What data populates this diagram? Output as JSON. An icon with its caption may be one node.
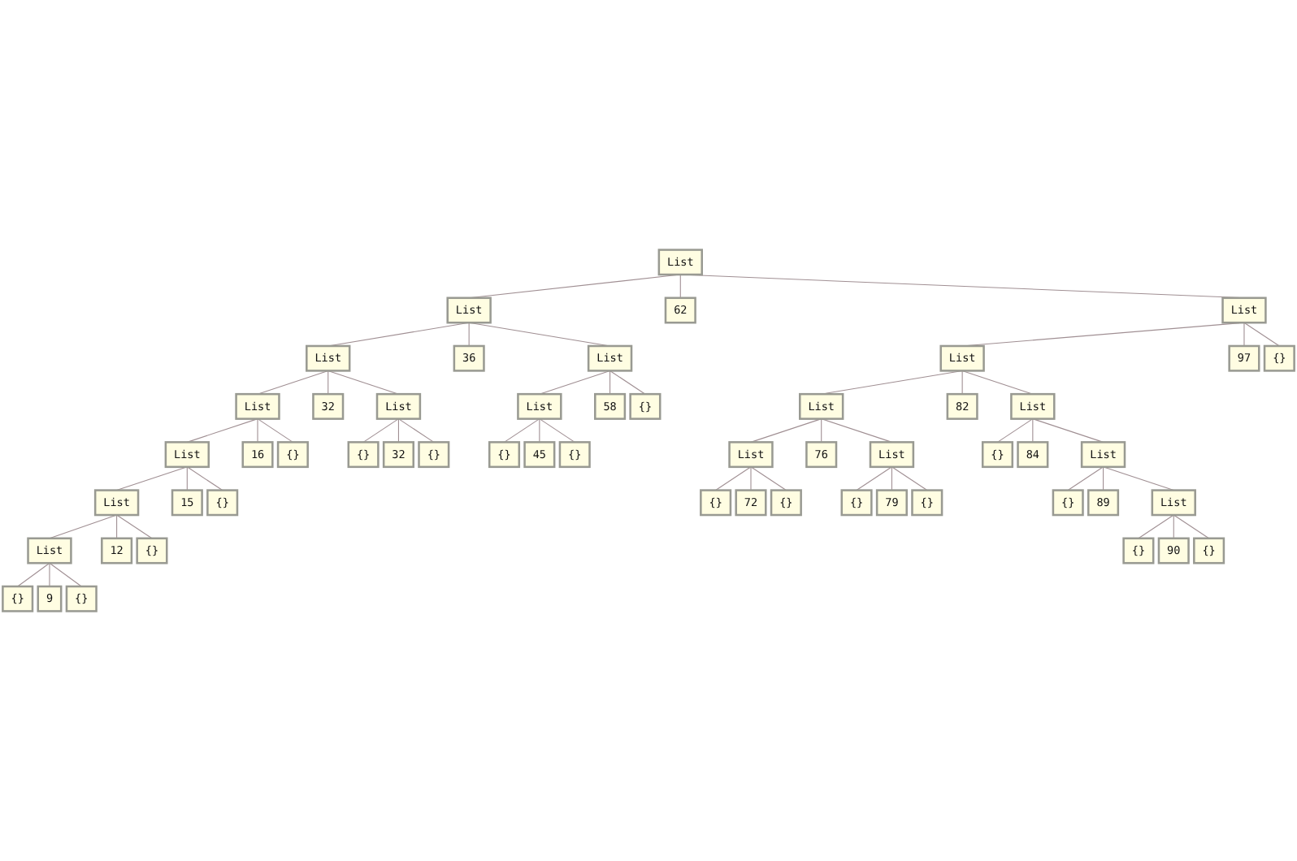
{
  "diagram": {
    "nodes": [
      {
        "text": [
          "List"
        ]
      },
      {
        "text": [
          "List"
        ]
      },
      {
        "text": [
          "62"
        ]
      },
      {
        "text": [
          "List"
        ]
      },
      {
        "text": [
          "List"
        ]
      },
      {
        "text": [
          "36"
        ]
      },
      {
        "text": [
          "List"
        ]
      },
      {
        "text": [
          "List"
        ]
      },
      {
        "text": [
          "97"
        ]
      },
      {
        "text": [
          "{}"
        ]
      },
      {
        "text": [
          "List"
        ]
      },
      {
        "text": [
          "32"
        ]
      },
      {
        "text": [
          "List"
        ]
      },
      {
        "text": [
          "List"
        ]
      },
      {
        "text": [
          "58"
        ]
      },
      {
        "text": [
          "{}"
        ]
      },
      {
        "text": [
          "List"
        ]
      },
      {
        "text": [
          "82"
        ]
      },
      {
        "text": [
          "List"
        ]
      },
      {
        "text": [
          "List"
        ]
      },
      {
        "text": [
          "16"
        ]
      },
      {
        "text": [
          "{}"
        ]
      },
      {
        "text": [
          "{}"
        ]
      },
      {
        "text": [
          "32"
        ]
      },
      {
        "text": [
          "{}"
        ]
      },
      {
        "text": [
          "{}"
        ]
      },
      {
        "text": [
          "45"
        ]
      },
      {
        "text": [
          "{}"
        ]
      },
      {
        "text": [
          "List"
        ]
      },
      {
        "text": [
          "76"
        ]
      },
      {
        "text": [
          "List"
        ]
      },
      {
        "text": [
          "{}"
        ]
      },
      {
        "text": [
          "84"
        ]
      },
      {
        "text": [
          "List"
        ]
      },
      {
        "text": [
          "List"
        ]
      },
      {
        "text": [
          "15"
        ]
      },
      {
        "text": [
          "{}"
        ]
      },
      {
        "text": [
          "{}"
        ]
      },
      {
        "text": [
          "72"
        ]
      },
      {
        "text": [
          "{}"
        ]
      },
      {
        "text": [
          "{}"
        ]
      },
      {
        "text": [
          "79"
        ]
      },
      {
        "text": [
          "{}"
        ]
      },
      {
        "text": [
          "{}"
        ]
      },
      {
        "text": [
          "89"
        ]
      },
      {
        "text": [
          "List"
        ]
      },
      {
        "text": [
          "List"
        ]
      },
      {
        "text": [
          "12"
        ]
      },
      {
        "text": [
          "{}"
        ]
      },
      {
        "text": [
          "{}"
        ]
      },
      {
        "text": [
          "90"
        ]
      },
      {
        "text": [
          "{}"
        ]
      },
      {
        "text": [
          "{}"
        ]
      },
      {
        "text": [
          "9"
        ]
      },
      {
        "text": [
          "{}"
        ]
      }
    ],
    "edges": [
      {
        "from": 0,
        "to": 1,
        "arrow": "none"
      },
      {
        "from": 0,
        "to": 2,
        "arrow": "none"
      },
      {
        "from": 0,
        "to": 3,
        "arrow": "none"
      },
      {
        "from": 1,
        "to": 4,
        "arrow": "none"
      },
      {
        "from": 1,
        "to": 5,
        "arrow": "none"
      },
      {
        "from": 1,
        "to": 6,
        "arrow": "none"
      },
      {
        "from": 3,
        "to": 7,
        "arrow": "none"
      },
      {
        "from": 3,
        "to": 8,
        "arrow": "none"
      },
      {
        "from": 3,
        "to": 9,
        "arrow": "none"
      },
      {
        "from": 4,
        "to": 10,
        "arrow": "none"
      },
      {
        "from": 4,
        "to": 11,
        "arrow": "none"
      },
      {
        "from": 4,
        "to": 12,
        "arrow": "none"
      },
      {
        "from": 6,
        "to": 13,
        "arrow": "none"
      },
      {
        "from": 6,
        "to": 14,
        "arrow": "none"
      },
      {
        "from": 6,
        "to": 15,
        "arrow": "none"
      },
      {
        "from": 7,
        "to": 16,
        "arrow": "none"
      },
      {
        "from": 7,
        "to": 17,
        "arrow": "none"
      },
      {
        "from": 7,
        "to": 18,
        "arrow": "none"
      },
      {
        "from": 10,
        "to": 19,
        "arrow": "none"
      },
      {
        "from": 10,
        "to": 20,
        "arrow": "none"
      },
      {
        "from": 10,
        "to": 21,
        "arrow": "none"
      },
      {
        "from": 12,
        "to": 22,
        "arrow": "none"
      },
      {
        "from": 12,
        "to": 23,
        "arrow": "none"
      },
      {
        "from": 12,
        "to": 24,
        "arrow": "none"
      },
      {
        "from": 13,
        "to": 25,
        "arrow": "none"
      },
      {
        "from": 13,
        "to": 26,
        "arrow": "none"
      },
      {
        "from": 13,
        "to": 27,
        "arrow": "none"
      },
      {
        "from": 16,
        "to": 28,
        "arrow": "none"
      },
      {
        "from": 16,
        "to": 29,
        "arrow": "none"
      },
      {
        "from": 16,
        "to": 30,
        "arrow": "none"
      },
      {
        "from": 18,
        "to": 31,
        "arrow": "none"
      },
      {
        "from": 18,
        "to": 32,
        "arrow": "none"
      },
      {
        "from": 18,
        "to": 33,
        "arrow": "none"
      },
      {
        "from": 19,
        "to": 34,
        "arrow": "none"
      },
      {
        "from": 19,
        "to": 35,
        "arrow": "none"
      },
      {
        "from": 19,
        "to": 36,
        "arrow": "none"
      },
      {
        "from": 28,
        "to": 37,
        "arrow": "none"
      },
      {
        "from": 28,
        "to": 38,
        "arrow": "none"
      },
      {
        "from": 28,
        "to": 39,
        "arrow": "none"
      },
      {
        "from": 30,
        "to": 40,
        "arrow": "none"
      },
      {
        "from": 30,
        "to": 41,
        "arrow": "none"
      },
      {
        "from": 30,
        "to": 42,
        "arrow": "none"
      },
      {
        "from": 33,
        "to": 43,
        "arrow": "none"
      },
      {
        "from": 33,
        "to": 44,
        "arrow": "none"
      },
      {
        "from": 33,
        "to": 45,
        "arrow": "none"
      },
      {
        "from": 34,
        "to": 46,
        "arrow": "none"
      },
      {
        "from": 34,
        "to": 47,
        "arrow": "none"
      },
      {
        "from": 34,
        "to": 48,
        "arrow": "none"
      },
      {
        "from": 45,
        "to": 49,
        "arrow": "none"
      },
      {
        "from": 45,
        "to": 50,
        "arrow": "none"
      },
      {
        "from": 45,
        "to": 51,
        "arrow": "none"
      },
      {
        "from": 46,
        "to": 52,
        "arrow": "none"
      },
      {
        "from": 46,
        "to": 53,
        "arrow": "none"
      },
      {
        "from": 46,
        "to": 54,
        "arrow": "none"
      }
    ]
  }
}
